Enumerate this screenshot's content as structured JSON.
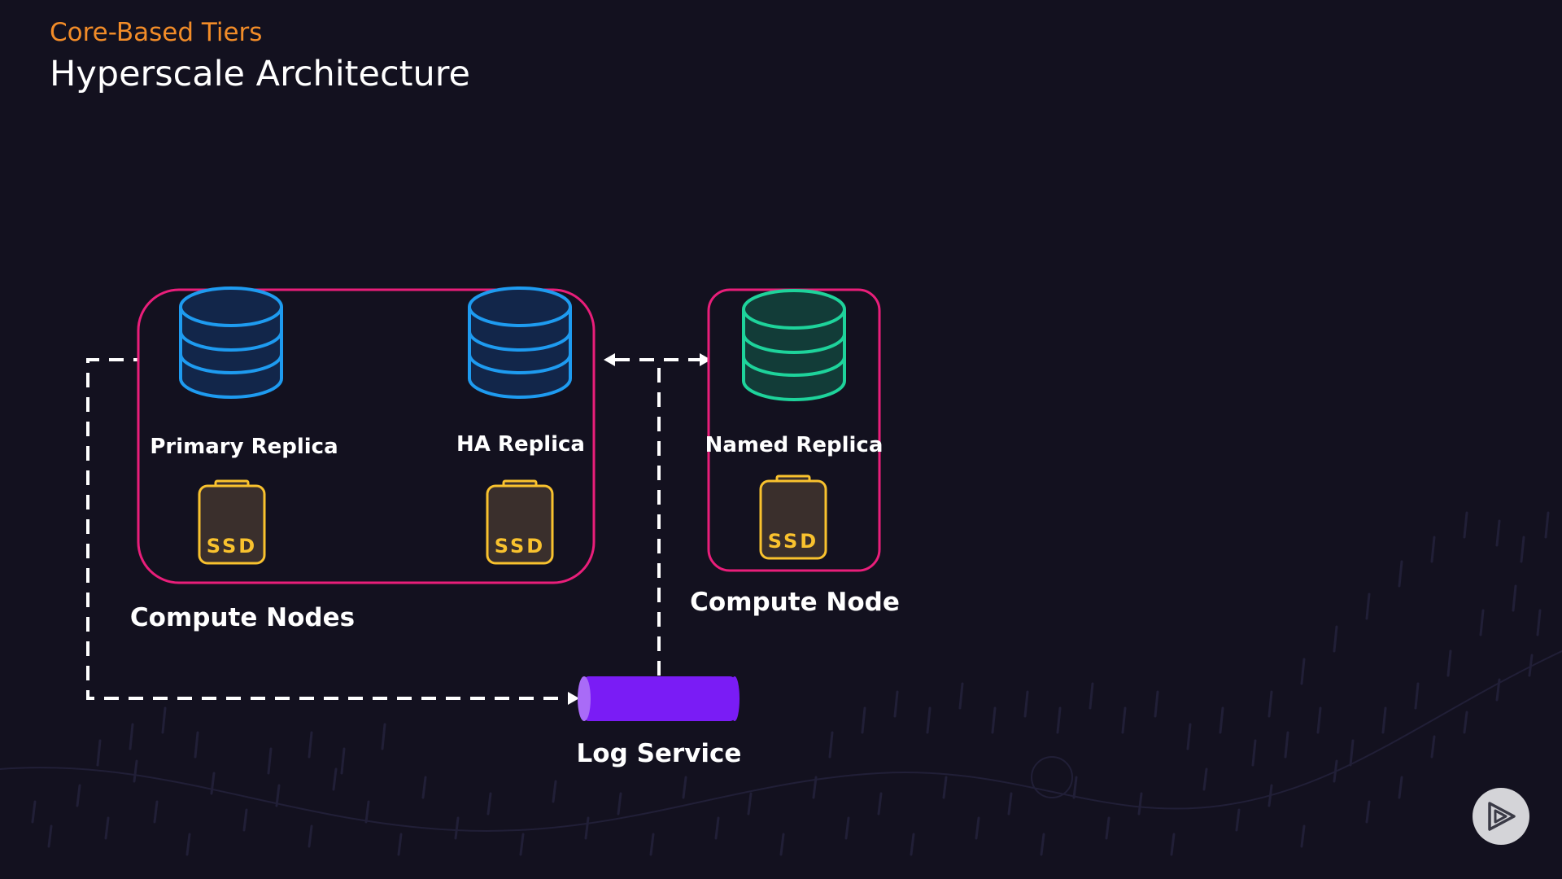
{
  "header": {
    "subtitle": "Core-Based Tiers",
    "title": "Hyperscale Architecture"
  },
  "diagram": {
    "compute_nodes_group": {
      "label": "Compute Nodes",
      "border_color": "#e91e7a",
      "nodes": [
        {
          "label": "Primary Replica",
          "icon": "database-icon",
          "color": "#1e9bf0",
          "storage": "SSD"
        },
        {
          "label": "HA Replica",
          "icon": "database-icon",
          "color": "#1e9bf0",
          "storage": "SSD"
        }
      ]
    },
    "compute_node_group": {
      "label": "Compute Node",
      "border_color": "#e91e7a",
      "nodes": [
        {
          "label": "Named Replica",
          "icon": "database-icon",
          "color": "#1ed39b",
          "storage": "SSD"
        }
      ]
    },
    "log_service": {
      "label": "Log Service",
      "icon": "pipe-icon",
      "color": "#7a1cf5"
    },
    "ssd_color": "#f9c22e",
    "connector_color": "#ffffff"
  },
  "footer": {
    "logo_icon": "pluralsight-play-icon"
  }
}
